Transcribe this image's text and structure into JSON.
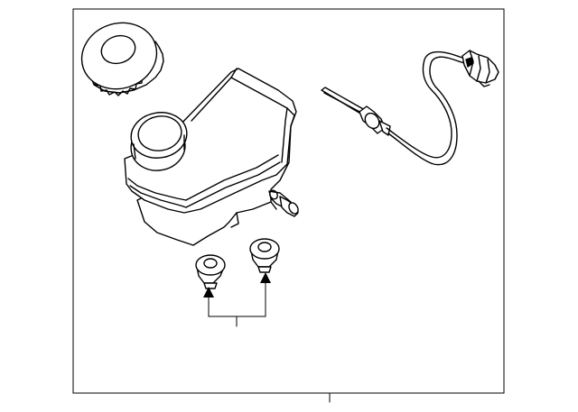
{
  "diagram": {
    "parts": [
      {
        "id": "reservoir-cap",
        "icon": "cap-icon"
      },
      {
        "id": "fluid-reservoir",
        "icon": "reservoir-icon"
      },
      {
        "id": "level-sensor",
        "icon": "sensor-icon"
      },
      {
        "id": "grommet-left",
        "icon": "grommet-icon"
      },
      {
        "id": "grommet-right",
        "icon": "grommet-icon"
      }
    ],
    "colors": {
      "line": "#000000",
      "background": "#ffffff"
    }
  }
}
